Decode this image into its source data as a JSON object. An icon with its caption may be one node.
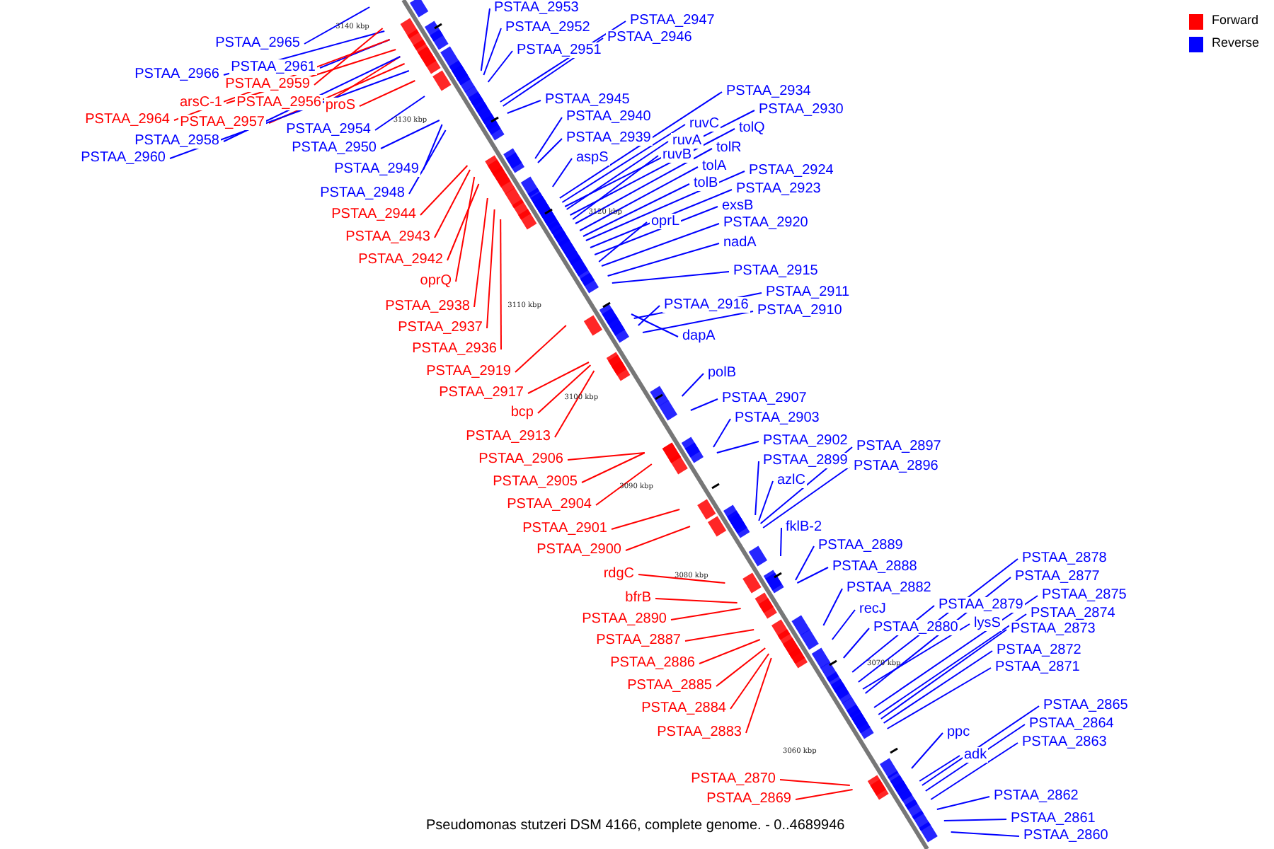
{
  "diagram": {
    "caption": "Pseudomonas stutzeri DSM 4166, complete genome. - 0..4689946",
    "nodes": [
      {
        "text": [
          "PSTAA_2953"
        ]
      },
      {
        "text": [
          "PSTAA_2952"
        ]
      },
      {
        "text": [
          "PSTAA_2947"
        ]
      },
      {
        "text": [
          "PSTAA_2946"
        ]
      },
      {
        "text": [
          "PSTAA_2965"
        ]
      },
      {
        "text": [
          "PSTAA_2951"
        ]
      },
      {
        "text": [
          "PSTAA_2961"
        ]
      },
      {
        "text": [
          "PSTAA_2966"
        ]
      },
      {
        "text": [
          "PSTAA_2959"
        ]
      },
      {
        "text": [
          "PSTAA_2945"
        ]
      },
      {
        "text": [
          "arsC-1"
        ]
      },
      {
        "text": [
          "PSTAA_2956"
        ]
      },
      {
        "text": [
          "proS"
        ]
      },
      {
        "text": [
          "PSTAA_2940"
        ]
      },
      {
        "text": [
          "PSTAA_2964"
        ]
      },
      {
        "text": [
          "PSTAA_2957"
        ]
      },
      {
        "text": [
          "PSTAA_2954"
        ]
      },
      {
        "text": [
          "PSTAA_2939"
        ]
      },
      {
        "text": [
          "PSTAA_2958"
        ]
      },
      {
        "text": [
          "PSTAA_2950"
        ]
      },
      {
        "text": [
          "PSTAA_2960"
        ]
      },
      {
        "text": [
          "aspS"
        ]
      },
      {
        "text": [
          "PSTAA_2934"
        ]
      },
      {
        "text": [
          "PSTAA_2930"
        ]
      },
      {
        "text": [
          "ruvC"
        ]
      },
      {
        "text": [
          "tolQ"
        ]
      },
      {
        "text": [
          "ruvA"
        ]
      },
      {
        "text": [
          "tolR"
        ]
      },
      {
        "text": [
          "ruvB"
        ]
      },
      {
        "text": [
          "tolA"
        ]
      },
      {
        "text": [
          "PSTAA_2949"
        ]
      },
      {
        "text": [
          "PSTAA_2924"
        ]
      },
      {
        "text": [
          "tolB"
        ]
      },
      {
        "text": [
          "PSTAA_2923"
        ]
      },
      {
        "text": [
          "PSTAA_2948"
        ]
      },
      {
        "text": [
          "exsB"
        ]
      },
      {
        "text": [
          "PSTAA_2944"
        ]
      },
      {
        "text": [
          "oprL"
        ]
      },
      {
        "text": [
          "PSTAA_2920"
        ]
      },
      {
        "text": [
          "PSTAA_2943"
        ]
      },
      {
        "text": [
          "nadA"
        ]
      },
      {
        "text": [
          "PSTAA_2942"
        ]
      },
      {
        "text": [
          "PSTAA_2915"
        ]
      },
      {
        "text": [
          "oprQ"
        ]
      },
      {
        "text": [
          "PSTAA_2911"
        ]
      },
      {
        "text": [
          "PSTAA_2916"
        ]
      },
      {
        "text": [
          "PSTAA_2938"
        ]
      },
      {
        "text": [
          "PSTAA_2910"
        ]
      },
      {
        "text": [
          "PSTAA_2937"
        ]
      },
      {
        "text": [
          "dapA"
        ]
      },
      {
        "text": [
          "PSTAA_2936"
        ]
      },
      {
        "text": [
          "PSTAA_2919"
        ]
      },
      {
        "text": [
          "polB"
        ]
      },
      {
        "text": [
          "PSTAA_2917"
        ]
      },
      {
        "text": [
          "PSTAA_2907"
        ]
      },
      {
        "text": [
          "bcp"
        ]
      },
      {
        "text": [
          "PSTAA_2903"
        ]
      },
      {
        "text": [
          "PSTAA_2913"
        ]
      },
      {
        "text": [
          "PSTAA_2902"
        ]
      },
      {
        "text": [
          "PSTAA_2897"
        ]
      },
      {
        "text": [
          "PSTAA_2906"
        ]
      },
      {
        "text": [
          "PSTAA_2899"
        ]
      },
      {
        "text": [
          "PSTAA_2896"
        ]
      },
      {
        "text": [
          "azlC"
        ]
      },
      {
        "text": [
          "PSTAA_2905"
        ]
      },
      {
        "text": [
          "PSTAA_2904"
        ]
      },
      {
        "text": [
          "fklB-2"
        ]
      },
      {
        "text": [
          "PSTAA_2901"
        ]
      },
      {
        "text": [
          "PSTAA_2889"
        ]
      },
      {
        "text": [
          "PSTAA_2900"
        ]
      },
      {
        "text": [
          "PSTAA_2878"
        ]
      },
      {
        "text": [
          "PSTAA_2888"
        ]
      },
      {
        "text": [
          "rdgC"
        ]
      },
      {
        "text": [
          "PSTAA_2877"
        ]
      },
      {
        "text": [
          "PSTAA_2882"
        ]
      },
      {
        "text": [
          "PSTAA_2875"
        ]
      },
      {
        "text": [
          "bfrB"
        ]
      },
      {
        "text": [
          "PSTAA_2879"
        ]
      },
      {
        "text": [
          "recJ"
        ]
      },
      {
        "text": [
          "PSTAA_2874"
        ]
      },
      {
        "text": [
          "PSTAA_2890"
        ]
      },
      {
        "text": [
          "lysS"
        ]
      },
      {
        "text": [
          "PSTAA_2880"
        ]
      },
      {
        "text": [
          "PSTAA_2873"
        ]
      },
      {
        "text": [
          "PSTAA_2887"
        ]
      },
      {
        "text": [
          "PSTAA_2872"
        ]
      },
      {
        "text": [
          "PSTAA_2886"
        ]
      },
      {
        "text": [
          "PSTAA_2871"
        ]
      },
      {
        "text": [
          "PSTAA_2885"
        ]
      },
      {
        "text": [
          "PSTAA_2865"
        ]
      },
      {
        "text": [
          "PSTAA_2884"
        ]
      },
      {
        "text": [
          "PSTAA_2864"
        ]
      },
      {
        "text": [
          "ppc"
        ]
      },
      {
        "text": [
          "PSTAA_2883"
        ]
      },
      {
        "text": [
          "PSTAA_2863"
        ]
      },
      {
        "text": [
          "adk"
        ]
      },
      {
        "text": [
          "PSTAA_2870"
        ]
      },
      {
        "text": [
          "PSTAA_2862"
        ]
      },
      {
        "text": [
          "PSTAA_2869"
        ]
      },
      {
        "text": [
          "PSTAA_2861"
        ]
      },
      {
        "text": [
          "PSTAA_2860"
        ]
      }
    ],
    "edges": [
      {
        "from": 0,
        "to": null,
        "arrow": "none"
      },
      {
        "from": 1,
        "to": null,
        "arrow": "none"
      },
      {
        "from": 2,
        "to": null,
        "arrow": "none"
      },
      {
        "from": 3,
        "to": null,
        "arrow": "none"
      },
      {
        "from": 4,
        "to": null,
        "arrow": "none"
      },
      {
        "from": 5,
        "to": null,
        "arrow": "none"
      },
      {
        "from": 6,
        "to": null,
        "arrow": "none"
      },
      {
        "from": 7,
        "to": null,
        "arrow": "none"
      },
      {
        "from": 8,
        "to": null,
        "arrow": "none",
        "color": "#ff0000"
      },
      {
        "from": 9,
        "to": null,
        "arrow": "none"
      },
      {
        "from": 10,
        "to": null,
        "arrow": "none",
        "color": "#ff0000"
      },
      {
        "from": 11,
        "to": null,
        "arrow": "none",
        "color": "#ff0000"
      },
      {
        "from": 12,
        "to": null,
        "arrow": "none",
        "color": "#ff0000"
      },
      {
        "from": 13,
        "to": null,
        "arrow": "none"
      },
      {
        "from": 14,
        "to": null,
        "arrow": "none",
        "color": "#ff0000"
      },
      {
        "from": 15,
        "to": null,
        "arrow": "none",
        "color": "#ff0000"
      },
      {
        "from": 16,
        "to": null,
        "arrow": "none"
      },
      {
        "from": 17,
        "to": null,
        "arrow": "none"
      },
      {
        "from": 18,
        "to": null,
        "arrow": "none"
      },
      {
        "from": 19,
        "to": null,
        "arrow": "none"
      },
      {
        "from": 20,
        "to": null,
        "arrow": "none"
      },
      {
        "from": 21,
        "to": null,
        "arrow": "none"
      },
      {
        "from": 22,
        "to": null,
        "arrow": "none"
      },
      {
        "from": 23,
        "to": null,
        "arrow": "none"
      },
      {
        "from": 24,
        "to": null,
        "arrow": "none"
      },
      {
        "from": 25,
        "to": null,
        "arrow": "none"
      },
      {
        "from": 26,
        "to": null,
        "arrow": "none"
      },
      {
        "from": 27,
        "to": null,
        "arrow": "none"
      },
      {
        "from": 28,
        "to": null,
        "arrow": "none"
      },
      {
        "from": 29,
        "to": null,
        "arrow": "none"
      },
      {
        "from": 30,
        "to": null,
        "arrow": "none"
      },
      {
        "from": 31,
        "to": null,
        "arrow": "none"
      },
      {
        "from": 32,
        "to": null,
        "arrow": "none"
      },
      {
        "from": 33,
        "to": null,
        "arrow": "none"
      },
      {
        "from": 34,
        "to": null,
        "arrow": "none"
      },
      {
        "from": 35,
        "to": null,
        "arrow": "none"
      },
      {
        "from": 36,
        "to": null,
        "arrow": "none",
        "color": "#ff0000"
      },
      {
        "from": 37,
        "to": null,
        "arrow": "none"
      },
      {
        "from": 38,
        "to": null,
        "arrow": "none"
      },
      {
        "from": 39,
        "to": null,
        "arrow": "none",
        "color": "#ff0000"
      },
      {
        "from": 40,
        "to": null,
        "arrow": "none"
      },
      {
        "from": 41,
        "to": null,
        "arrow": "none",
        "color": "#ff0000"
      },
      {
        "from": 42,
        "to": null,
        "arrow": "none"
      },
      {
        "from": 43,
        "to": null,
        "arrow": "none",
        "color": "#ff0000"
      },
      {
        "from": 44,
        "to": null,
        "arrow": "none"
      },
      {
        "from": 45,
        "to": null,
        "arrow": "none"
      },
      {
        "from": 46,
        "to": null,
        "arrow": "none",
        "color": "#ff0000"
      },
      {
        "from": 47,
        "to": null,
        "arrow": "none"
      },
      {
        "from": 48,
        "to": null,
        "arrow": "none",
        "color": "#ff0000"
      },
      {
        "from": 49,
        "to": null,
        "arrow": "none"
      },
      {
        "from": 50,
        "to": null,
        "arrow": "none",
        "color": "#ff0000"
      },
      {
        "from": 51,
        "to": null,
        "arrow": "none",
        "color": "#ff0000"
      },
      {
        "from": 52,
        "to": null,
        "arrow": "none"
      },
      {
        "from": 53,
        "to": null,
        "arrow": "none",
        "color": "#ff0000"
      },
      {
        "from": 54,
        "to": null,
        "arrow": "none"
      },
      {
        "from": 55,
        "to": null,
        "arrow": "none",
        "color": "#ff0000"
      },
      {
        "from": 56,
        "to": null,
        "arrow": "none"
      },
      {
        "from": 57,
        "to": null,
        "arrow": "none",
        "color": "#ff0000"
      },
      {
        "from": 58,
        "to": null,
        "arrow": "none"
      },
      {
        "from": 59,
        "to": null,
        "arrow": "none"
      },
      {
        "from": 60,
        "to": null,
        "arrow": "none",
        "color": "#ff0000"
      },
      {
        "from": 61,
        "to": null,
        "arrow": "none"
      },
      {
        "from": 62,
        "to": null,
        "arrow": "none"
      },
      {
        "from": 63,
        "to": null,
        "arrow": "none"
      },
      {
        "from": 64,
        "to": null,
        "arrow": "none",
        "color": "#ff0000"
      },
      {
        "from": 65,
        "to": null,
        "arrow": "none",
        "color": "#ff0000"
      },
      {
        "from": 66,
        "to": null,
        "arrow": "none"
      },
      {
        "from": 67,
        "to": null,
        "arrow": "none",
        "color": "#ff0000"
      },
      {
        "from": 68,
        "to": null,
        "arrow": "none"
      },
      {
        "from": 69,
        "to": null,
        "arrow": "none",
        "color": "#ff0000"
      },
      {
        "from": 70,
        "to": null,
        "arrow": "none"
      },
      {
        "from": 71,
        "to": null,
        "arrow": "none"
      },
      {
        "from": 72,
        "to": null,
        "arrow": "none",
        "color": "#ff0000"
      },
      {
        "from": 73,
        "to": null,
        "arrow": "none"
      },
      {
        "from": 74,
        "to": null,
        "arrow": "none"
      },
      {
        "from": 75,
        "to": null,
        "arrow": "none"
      },
      {
        "from": 76,
        "to": null,
        "arrow": "none",
        "color": "#ff0000"
      },
      {
        "from": 77,
        "to": null,
        "arrow": "none"
      },
      {
        "from": 78,
        "to": null,
        "arrow": "none"
      },
      {
        "from": 79,
        "to": null,
        "arrow": "none"
      },
      {
        "from": 80,
        "to": null,
        "arrow": "none",
        "color": "#ff0000"
      },
      {
        "from": 81,
        "to": null,
        "arrow": "none"
      },
      {
        "from": 82,
        "to": null,
        "arrow": "none"
      },
      {
        "from": 83,
        "to": null,
        "arrow": "none"
      },
      {
        "from": 84,
        "to": null,
        "arrow": "none",
        "color": "#ff0000"
      },
      {
        "from": 85,
        "to": null,
        "arrow": "none"
      },
      {
        "from": 86,
        "to": null,
        "arrow": "none",
        "color": "#ff0000"
      },
      {
        "from": 87,
        "to": null,
        "arrow": "none"
      },
      {
        "from": 88,
        "to": null,
        "arrow": "none",
        "color": "#ff0000"
      },
      {
        "from": 89,
        "to": null,
        "arrow": "none"
      },
      {
        "from": 90,
        "to": null,
        "arrow": "none",
        "color": "#ff0000"
      },
      {
        "from": 91,
        "to": null,
        "arrow": "none"
      },
      {
        "from": 92,
        "to": null,
        "arrow": "none"
      },
      {
        "from": 93,
        "to": null,
        "arrow": "none",
        "color": "#ff0000"
      },
      {
        "from": 94,
        "to": null,
        "arrow": "none"
      },
      {
        "from": 95,
        "to": null,
        "arrow": "none"
      },
      {
        "from": 96,
        "to": null,
        "arrow": "none",
        "color": "#ff0000"
      },
      {
        "from": 97,
        "to": null,
        "arrow": "none"
      },
      {
        "from": 98,
        "to": null,
        "arrow": "none",
        "color": "#ff0000"
      },
      {
        "from": 99,
        "to": null,
        "arrow": "none"
      },
      {
        "from": 100,
        "to": null,
        "arrow": "none"
      }
    ],
    "labels": [
      "3140 kbp",
      "3130 kbp",
      "3120 kbp",
      "3110 kbp",
      "3100 kbp",
      "3090 kbp",
      "3080 kbp",
      "3070 kbp",
      "3060 kbp"
    ],
    "legend": [
      {
        "text": "Forward",
        "color": "#ff0000"
      },
      {
        "text": "Reverse",
        "color": "#0000ff"
      }
    ]
  }
}
